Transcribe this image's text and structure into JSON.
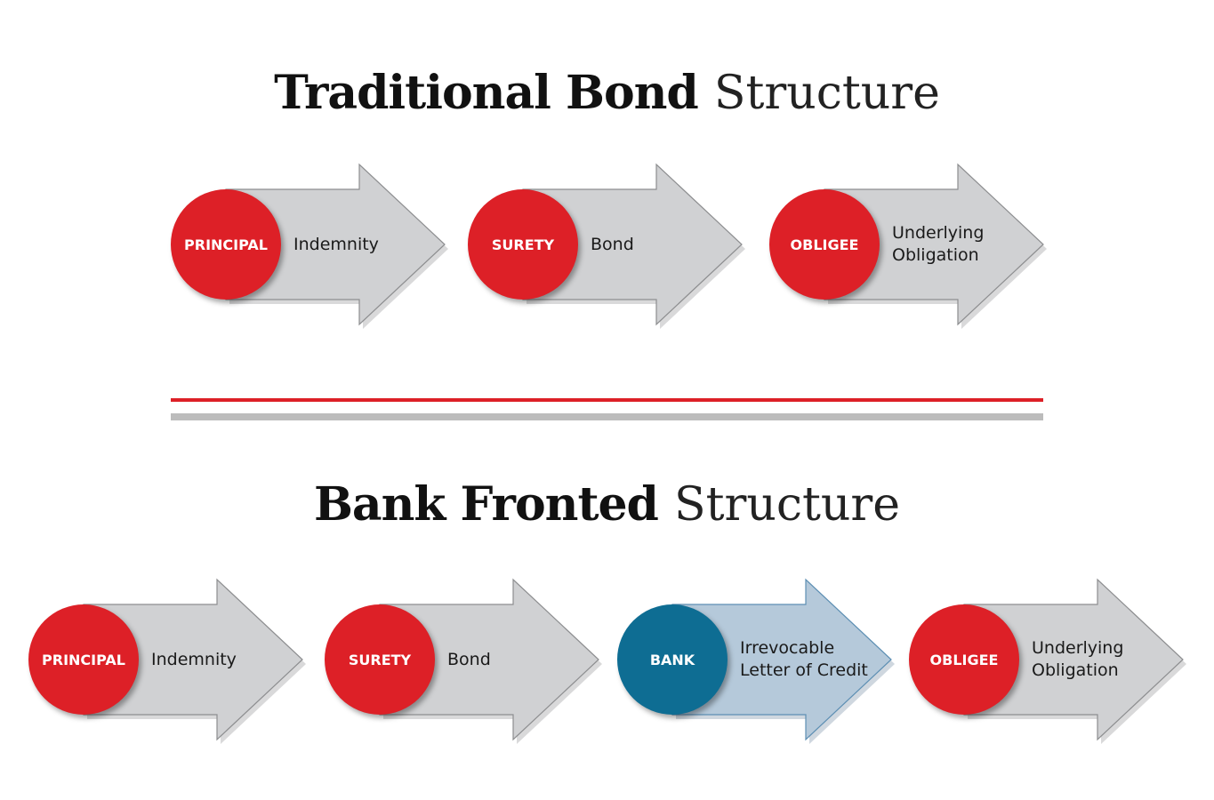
{
  "traditional": {
    "title_bold": "Traditional Bond",
    "title_light": "Structure",
    "steps": [
      {
        "party": "PRINCIPAL",
        "label": "Indemnity"
      },
      {
        "party": "SURETY",
        "label": "Bond"
      },
      {
        "party": "OBLIGEE",
        "label": "Underlying\nObligation"
      }
    ]
  },
  "bank_fronted": {
    "title_bold": "Bank Fronted",
    "title_light": "Structure",
    "steps": [
      {
        "party": "PRINCIPAL",
        "label": "Indemnity"
      },
      {
        "party": "SURETY",
        "label": "Bond"
      },
      {
        "party": "BANK",
        "label": "Irrevocable\nLetter of Credit"
      },
      {
        "party": "OBLIGEE",
        "label": "Underlying\nObligation"
      }
    ]
  },
  "colors": {
    "party_red": "#dd2027",
    "bank_blue": "#0e6d93",
    "arrow_gray": "#d0d1d3",
    "arrow_light_blue": "#b5c9da",
    "divider_red": "#dd2027",
    "divider_gray": "#bcbcbc"
  }
}
